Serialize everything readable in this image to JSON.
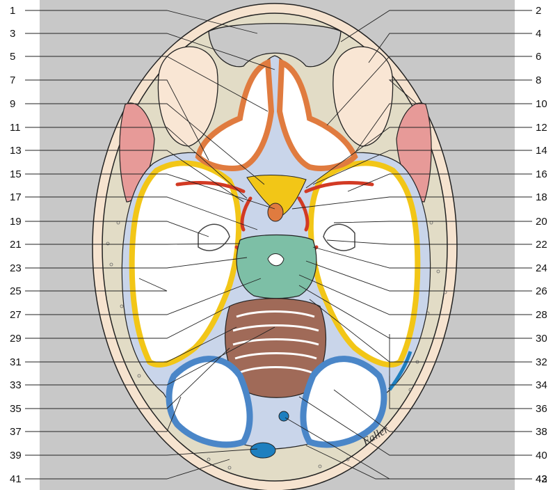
{
  "figure": {
    "left_labels": [
      "1",
      "3",
      "5",
      "7",
      "9",
      "11",
      "13",
      "15",
      "17",
      "19",
      "21",
      "23",
      "25",
      "27",
      "29",
      "31",
      "33",
      "35",
      "37",
      "39",
      "41"
    ],
    "right_labels": [
      "2",
      "4",
      "6",
      "8",
      "10",
      "12",
      "14",
      "16",
      "18",
      "20",
      "22",
      "24",
      "26",
      "28",
      "30",
      "32",
      "34",
      "36",
      "38",
      "40",
      "42",
      "43"
    ],
    "signature": "Faller",
    "colors": {
      "background_panel": "#c8c8c8",
      "skin": "#f6e3cf",
      "bone": "#e2dcc6",
      "eye": "#f9e6d4",
      "temporalis": "#e79a98",
      "frontal_cortex": "#e07b3f",
      "temporal_cortex": "#f2c617",
      "cerebellar_cortex": "#4a86c8",
      "csf": "#c9d5ea",
      "arteries": "#d23a24",
      "midbrain": "#7dbfa6",
      "pons_cerebellum": "#a06a58",
      "sinus": "#1e7fbf",
      "white_matter": "#ffffff"
    }
  }
}
